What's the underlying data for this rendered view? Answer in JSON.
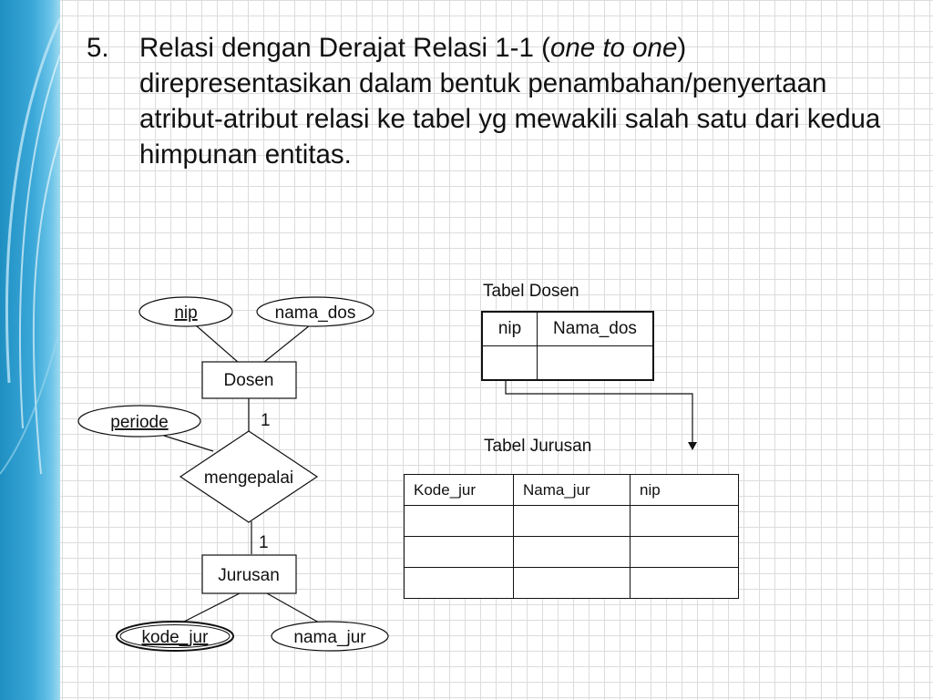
{
  "heading": {
    "number": "5.",
    "text_before": "Relasi dengan Derajat Relasi 1-1 (",
    "text_emphasis": "one to one",
    "text_after": ") direpresentasikan dalam bentuk penambahan/penyertaan atribut-atribut relasi ke tabel yg mewakili salah satu dari kedua himpunan entitas."
  },
  "er_diagram": {
    "attributes": {
      "nip": "nip",
      "nama_dos": "nama_dos",
      "periode": "periode",
      "kode_jur": "kode_jur",
      "nama_jur": "nama_jur"
    },
    "entities": {
      "dosen": "Dosen",
      "jurusan": "Jurusan"
    },
    "relationship": "mengepalai",
    "cardinality": {
      "top": "1",
      "bottom": "1"
    }
  },
  "tables": {
    "dosen": {
      "title": "Tabel Dosen",
      "columns": [
        "nip",
        "Nama_dos"
      ],
      "empty_rows": 1
    },
    "jurusan": {
      "title": "Tabel Jurusan",
      "columns": [
        "Kode_jur",
        "Nama_jur",
        "nip"
      ],
      "empty_rows": 3
    }
  },
  "colors": {
    "sidebar": "#2a9dd0",
    "line": "#111111"
  }
}
